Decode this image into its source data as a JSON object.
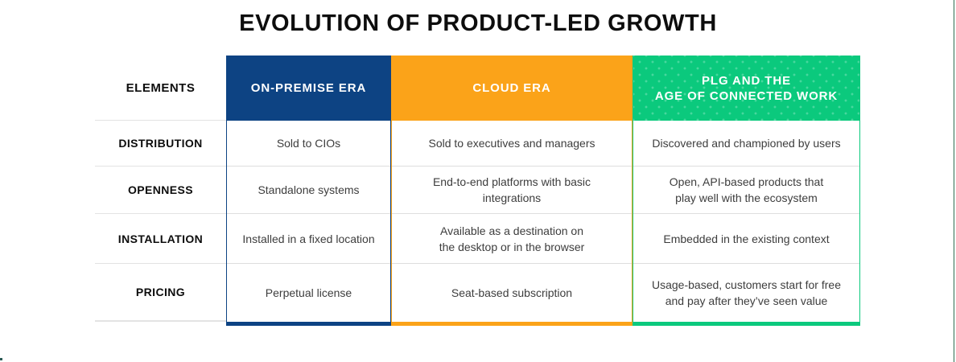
{
  "title": "EVOLUTION OF PRODUCT-LED GROWTH",
  "table": {
    "elements_header": "ELEMENTS",
    "row_labels": [
      "DISTRIBUTION",
      "OPENNESS",
      "INSTALLATION",
      "PRICING"
    ],
    "columns": [
      {
        "header": "ON-PREMISE ERA",
        "color": "#0D4383",
        "cells": [
          "Sold to CIOs",
          "Standalone systems",
          "Installed in a fixed location",
          "Perpetual license"
        ]
      },
      {
        "header": "CLOUD ERA",
        "color": "#FBA319",
        "cells": [
          "Sold to executives and managers",
          "End-to-end platforms with basic\nintegrations",
          "Available as a destination on\nthe desktop or in the browser",
          "Seat-based subscription"
        ]
      },
      {
        "header": "PLG AND THE\nAGE OF CONNECTED WORK",
        "color": "#0BC97D",
        "cells": [
          "Discovered and championed by users",
          "Open, API-based products that\nplay well with the ecosystem",
          "Embedded in the existing context",
          "Usage-based, customers start for free\nand pay after they’ve seen value"
        ]
      }
    ],
    "divider_color": "#DEDEDE"
  }
}
